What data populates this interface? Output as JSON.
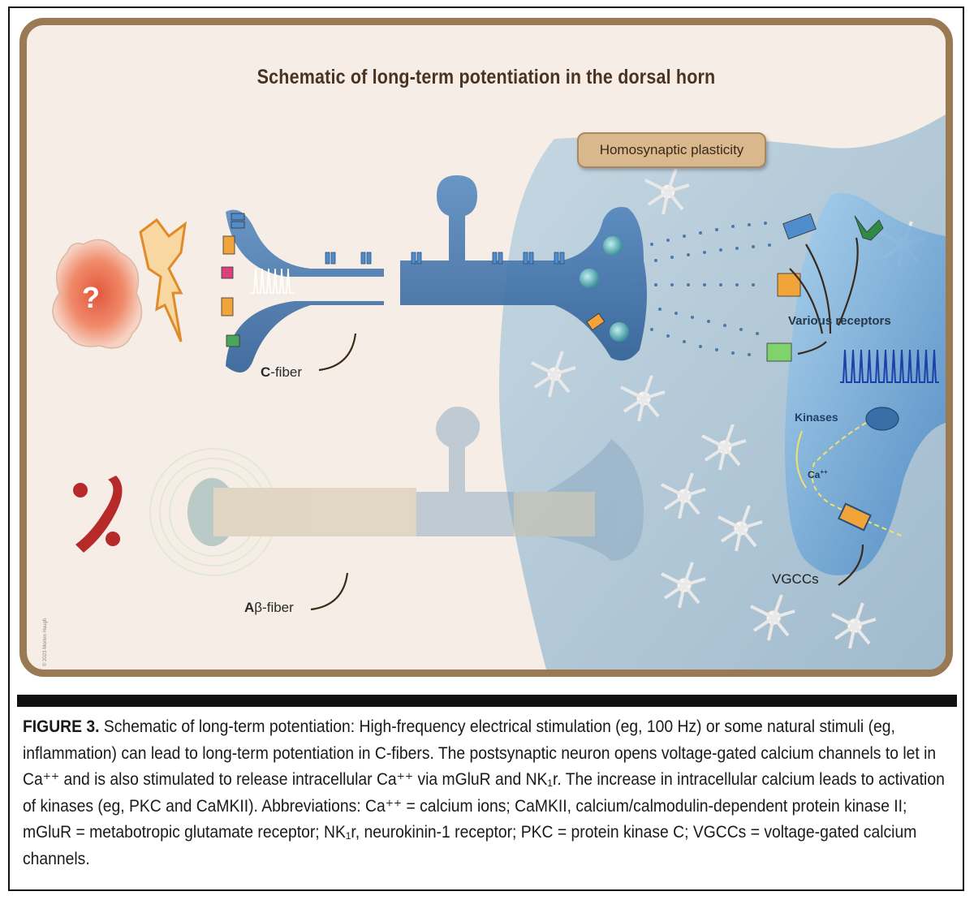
{
  "diagram": {
    "title": "Schematic of long-term potentiation in the dorsal horn",
    "homosynaptic_label": "Homosynaptic plasticity",
    "question_mark": "?",
    "c_fiber_prefix": "C",
    "c_fiber_suffix": "-fiber",
    "abeta_fiber_prefix": "A",
    "abeta_fiber_suffix": "β-fiber",
    "various_receptors": "Various receptors",
    "kinases": "Kinases",
    "ca_label": "Ca",
    "ca_sup": "++",
    "vgccs": "VGCCs",
    "copyright": "© 2023 Morten Haugh"
  },
  "caption": {
    "figure_label": "FIGURE 3.",
    "text": " Schematic of long-term potentiation: High-frequency electrical stimulation (eg, 100 Hz) or some natural stimuli (eg, inflammation) can lead to long-term potentiation in C-fibers. The postsynaptic neuron opens voltage-gated calcium channels to let in Ca⁺⁺ and is also stimulated to release intracellular Ca⁺⁺ via mGluR and NK₁r. The increase in intracellular calcium leads to activation of kinases (eg, PKC and CaMKII). Abbreviations: Ca⁺⁺ = calcium ions; CaMKII, calcium/calmodulin-dependent protein kinase II; mGluR = metabotropic glutamate receptor; NK₁r, neurokinin-1 receptor; PKC = protein kinase C; VGCCs = voltage-gated calcium channels."
  },
  "colors": {
    "panel_border": "#9a7a55",
    "panel_bg": "#f6eee6",
    "fiber_blue": "#3f74ad",
    "cell_blue": "#a9c4d8",
    "title_brown": "#4a3323"
  }
}
